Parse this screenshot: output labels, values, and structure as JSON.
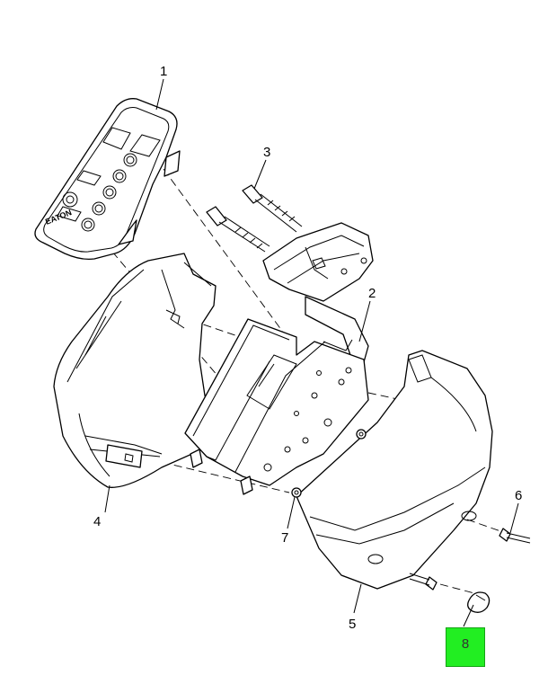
{
  "callouts": {
    "c1": "1",
    "c2": "2",
    "c3": "3",
    "c4": "4",
    "c5": "5",
    "c6": "6",
    "c7": "7",
    "c8": "8"
  },
  "logo_text": "EATON",
  "highlight_color": "#22ee22"
}
